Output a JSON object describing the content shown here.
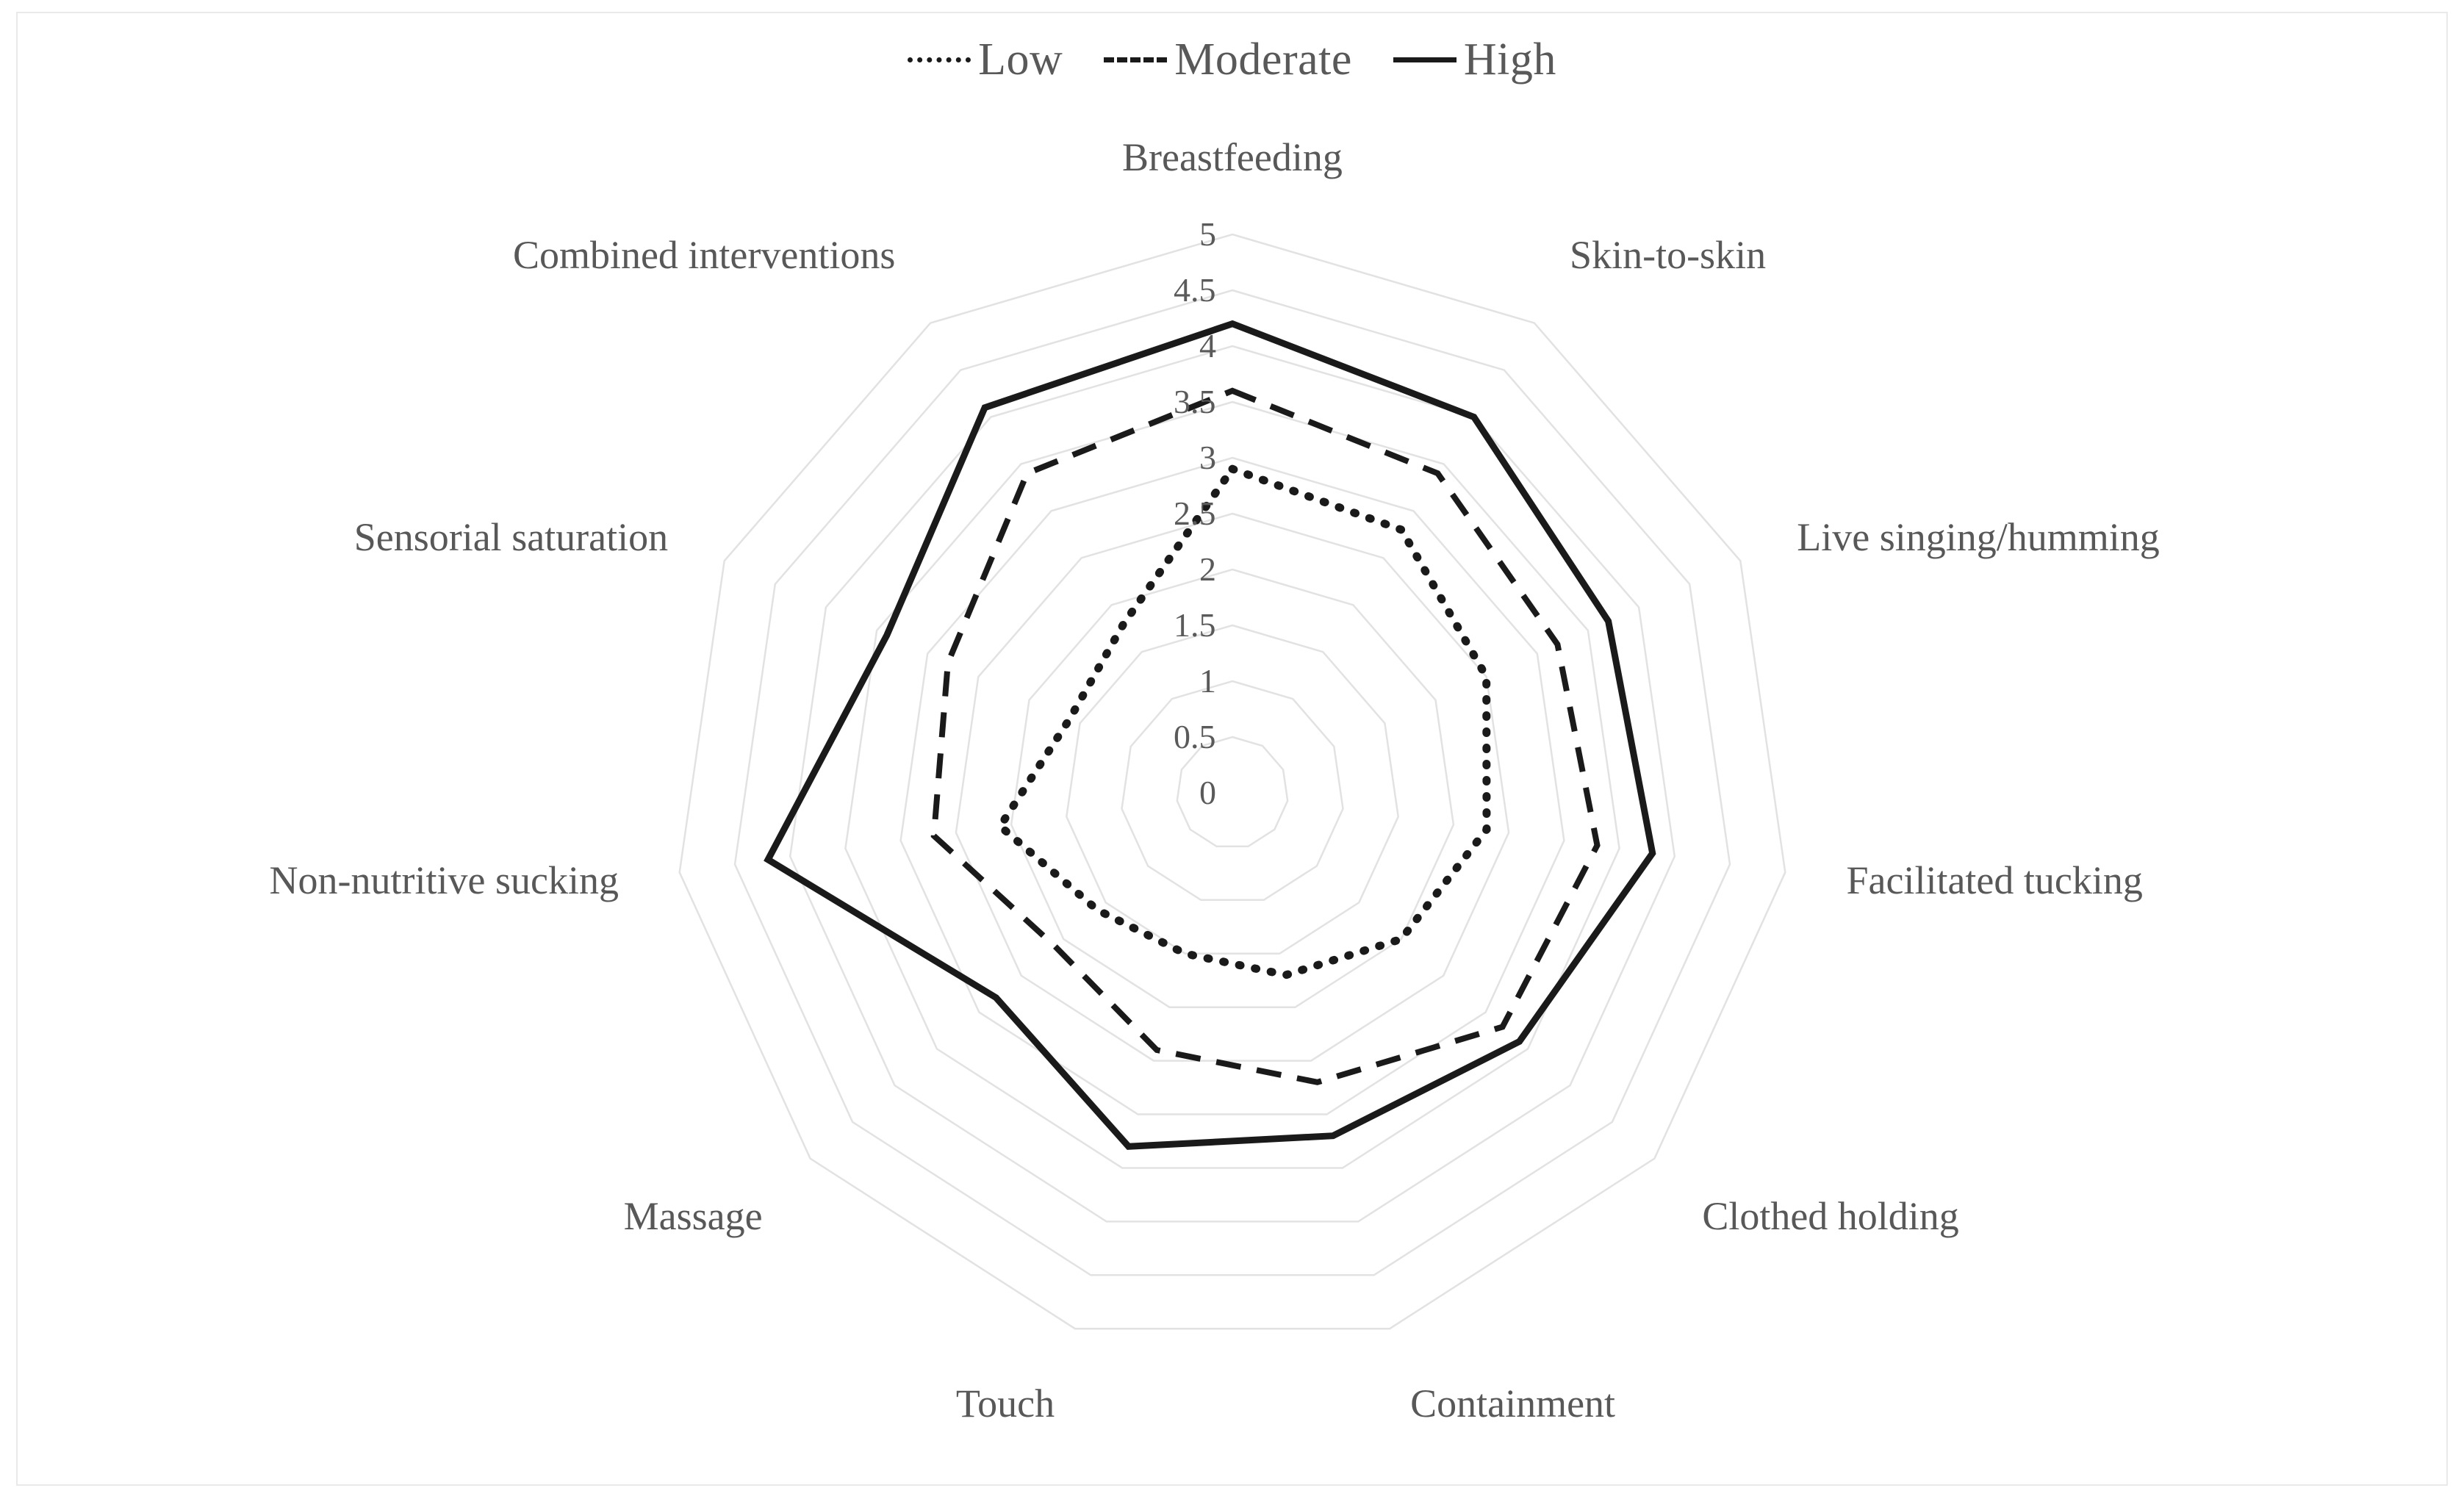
{
  "figure": {
    "background": "#ffffff",
    "border_color": "#e9e9e9",
    "grid_color": "#e2e2e2",
    "text_color": "#585858",
    "line_color": "#1a1a1a"
  },
  "legend": {
    "position": "top-center",
    "entries": [
      {
        "label": "Low",
        "style": "dotted",
        "icon": "dotted-line-swatch"
      },
      {
        "label": "Moderate",
        "style": "dashed",
        "icon": "dashed-line-swatch"
      },
      {
        "label": "High",
        "style": "solid",
        "icon": "solid-line-swatch"
      }
    ]
  },
  "chart_data": {
    "type": "radar",
    "title": "",
    "subtitle": "",
    "xlabel": "",
    "ylabel": "",
    "grid": true,
    "legend_position": "top-center",
    "rlim": [
      0,
      5
    ],
    "rtick_step": 0.5,
    "rtick_labels": [
      "0",
      "0.5",
      "1",
      "1.5",
      "2",
      "2.5",
      "3",
      "3.5",
      "4",
      "4.5",
      "5"
    ],
    "rtick_values": [
      0,
      0.5,
      1,
      1.5,
      2,
      2.5,
      3,
      3.5,
      4,
      4.5,
      5
    ],
    "categories": [
      "Breastfeeding",
      "Skin-to-skin",
      "Live singing/humming",
      "Facilitated tucking",
      "Clothed holding",
      "Containment",
      "Touch",
      "Massage",
      "Non-nutritive sucking",
      "Sensorial saturation",
      "Combined interventions"
    ],
    "start_angle_deg": -90,
    "direction": "clockwise",
    "series": [
      {
        "name": "Low",
        "style": "dotted",
        "color": "#1a1a1a",
        "values": [
          2.9,
          2.8,
          2.5,
          2.3,
          2.0,
          1.7,
          1.5,
          1.6,
          2.1,
          1.6,
          1.8
        ]
      },
      {
        "name": "Moderate",
        "style": "dashed",
        "color": "#1a1a1a",
        "values": [
          3.6,
          3.4,
          3.2,
          3.3,
          3.2,
          2.7,
          2.4,
          2.1,
          2.7,
          2.8,
          3.4
        ]
      },
      {
        "name": "High",
        "style": "solid",
        "color": "#1a1a1a",
        "values": [
          4.2,
          4.0,
          3.7,
          3.8,
          3.4,
          3.2,
          3.3,
          2.8,
          4.2,
          3.4,
          4.1
        ]
      }
    ]
  }
}
